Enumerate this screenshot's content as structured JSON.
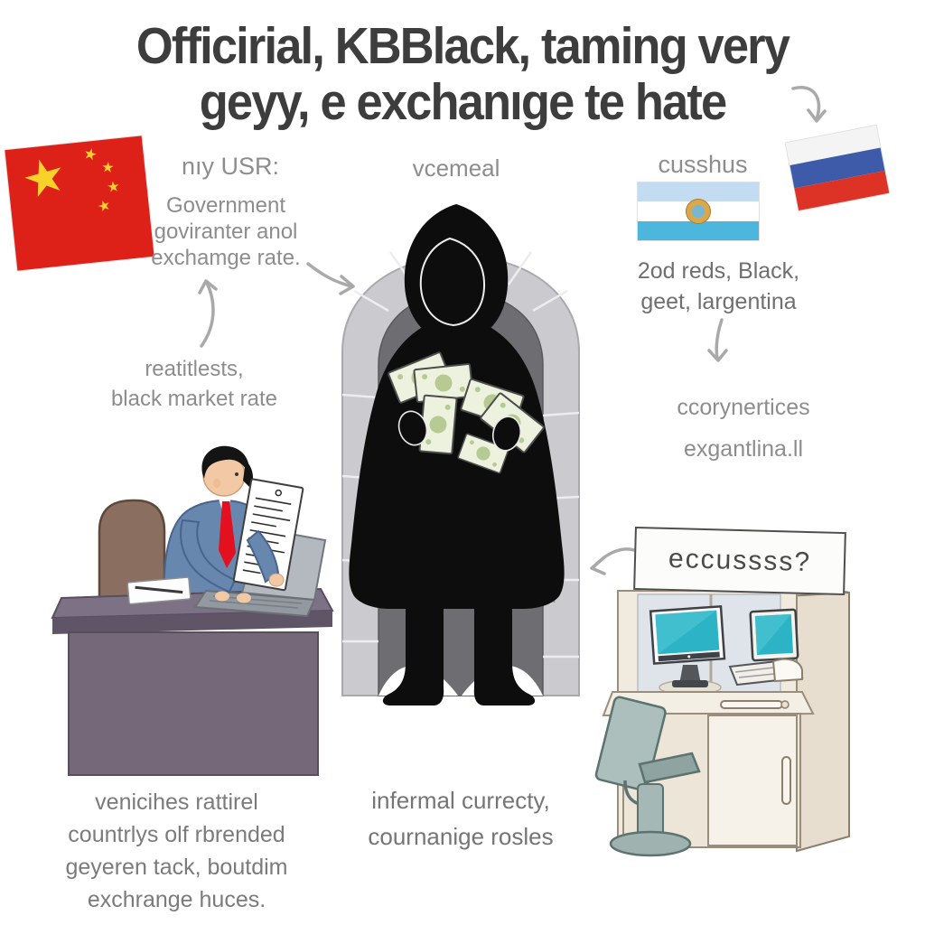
{
  "title": {
    "line1": "Officirial, KBBlack, taming very",
    "line2": "geyy, e exchanıge te hate"
  },
  "annotations": {
    "official_rate": {
      "heading": "nıy USR:",
      "lines": [
        "Government",
        "goviranter anol",
        "exchamge rate."
      ]
    },
    "black_market_rate": {
      "lines": [
        "reatitlests,",
        "black market rate"
      ]
    },
    "dealer_label": {
      "label": "vcemeal"
    },
    "argentina_note": {
      "heading": "cusshus",
      "lines": [
        "2od reds, Black,",
        "geet, largentina"
      ]
    },
    "currency_controls": {
      "lines": [
        "ccorynertices",
        "exgantlina.ll"
      ]
    },
    "desk_caption": {
      "lines": [
        "venicihes rattirel",
        "countrlys olf rbrended",
        "geyeren tack, boutdim",
        "exchrange huces."
      ]
    },
    "informal_caption": {
      "lines": [
        "infermal currecty,",
        "cournanige rosles"
      ]
    },
    "booth_sign": {
      "label": "eccussss?"
    }
  },
  "icons": {
    "star": "★"
  },
  "colors": {
    "title_text": "#3d3d3d",
    "label_grey": "#8d8d8d",
    "label_dark_grey": "#6f6f6f",
    "china_red": "#de2118",
    "star_yellow": "#f8d22a",
    "russia_white": "#f4f4f4",
    "russia_blue": "#3d5ba9",
    "russia_red": "#dd3226",
    "argentina_light_blue": "#c3dcf1",
    "argentina_cyan": "#4db6dc",
    "sun_gold": "#d9a84e",
    "arch_stone": "#cbcbcf",
    "arch_shadow": "#6e6e72",
    "cloak_black": "#0d0d0d",
    "money_green": "#edf2de",
    "money_circle_green": "#b7ca93",
    "suit_blue": "#6787ae",
    "tie_red": "#e31020",
    "desk_mauve": "#746879",
    "chair_brown": "#8a6f60",
    "booth_cream": "#f0eadf",
    "screen_teal": "#2cb4c6",
    "clerk_chair_grey": "#adbfbc",
    "arrow_grey": "#a9a9a9"
  }
}
